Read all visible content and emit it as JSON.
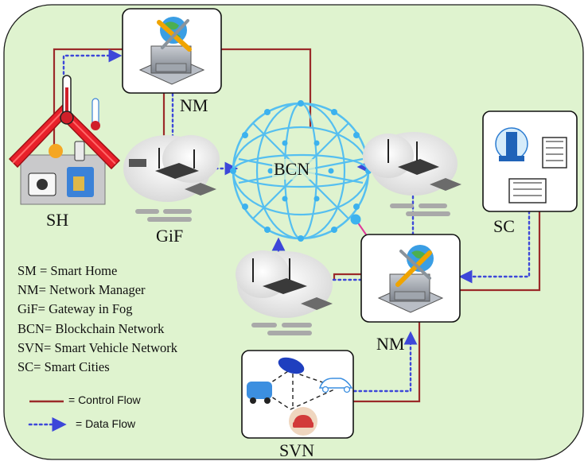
{
  "nodes": {
    "nm_top": "NM",
    "nm_bottom": "NM",
    "sh": "SH",
    "gif": "GiF",
    "bcn": "BCN",
    "sc": "SC",
    "svn": "SVN"
  },
  "legend": [
    "SM = Smart Home",
    "NM= Network Manager",
    "GiF= Gateway in Fog",
    "BCN= Blockchain Network",
    "SVN= Smart Vehicle Network",
    "SC= Smart Cities"
  ],
  "flows": {
    "control": "= Control Flow",
    "data": "= Data Flow"
  },
  "colors": {
    "background": "#dff3cf",
    "control": "#9b2a2a",
    "data": "#3d47d9",
    "blockchain": "#55bff0",
    "roof": "#e8202a"
  },
  "icons": [
    "network-manager-icon",
    "smart-home-icon",
    "gateway-router-icon",
    "blockchain-icon",
    "smart-city-icon",
    "vehicle-network-icon"
  ]
}
